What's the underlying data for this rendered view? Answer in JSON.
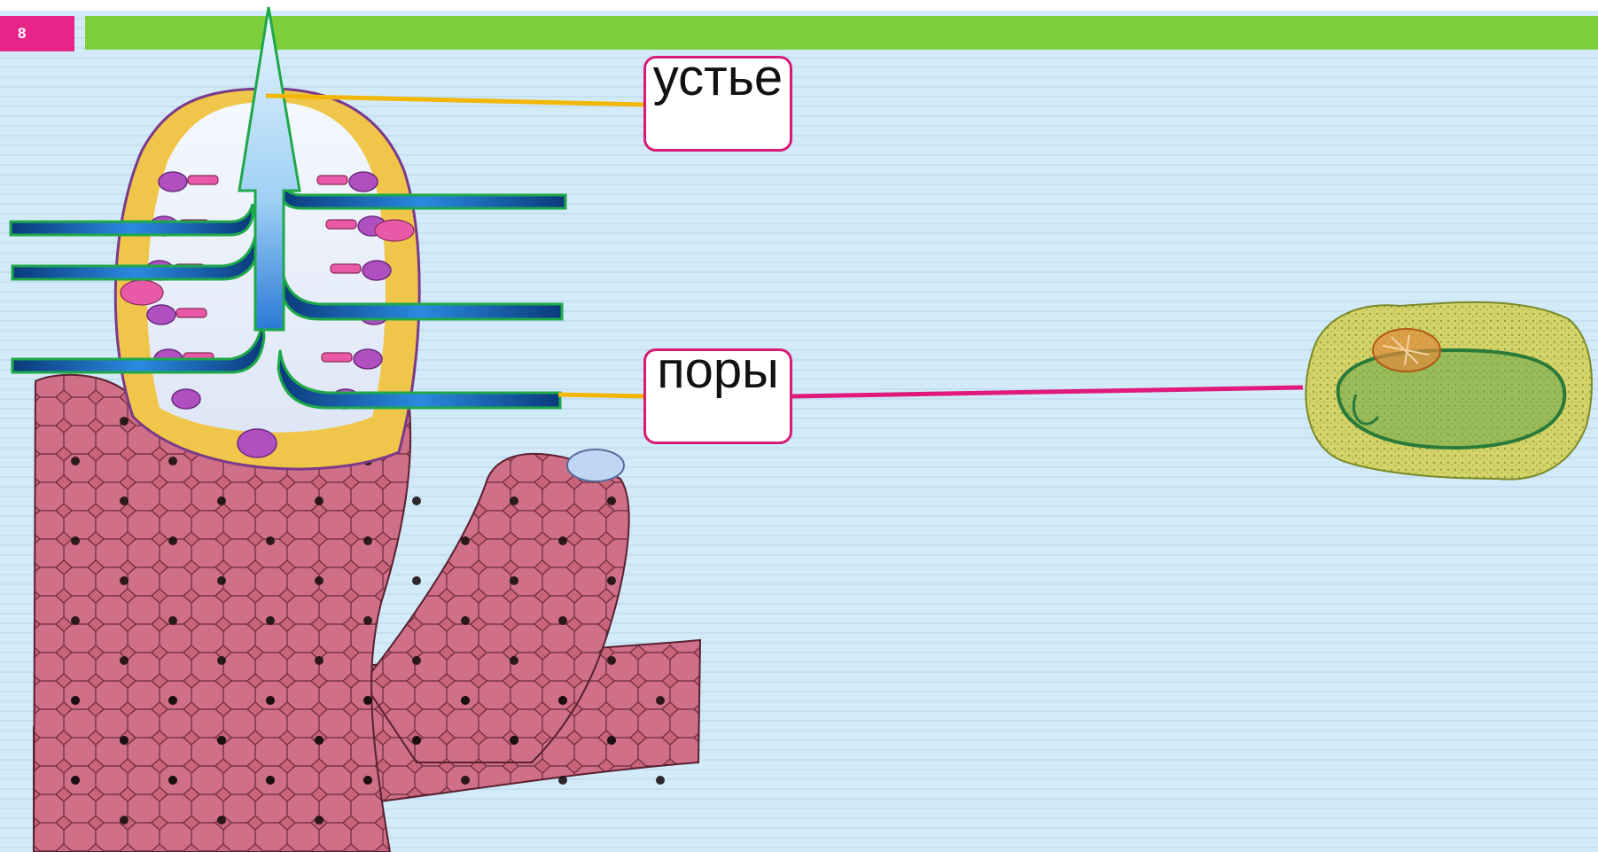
{
  "slide": {
    "number": "8"
  },
  "labels": {
    "ostium": "устье",
    "pores": "поры"
  },
  "colors": {
    "accent_pink": "#e6248a",
    "accent_green": "#7ccf3a",
    "leader_yellow": "#f2b705",
    "leader_pink": "#e0197d",
    "sponge_body": "#c8647c",
    "flow_arrow": "#1e64c8"
  },
  "icons": {
    "sponge": "sponge-illustration",
    "cell": "choanocyte-cell-illustration",
    "flow": "water-flow-arrows"
  }
}
